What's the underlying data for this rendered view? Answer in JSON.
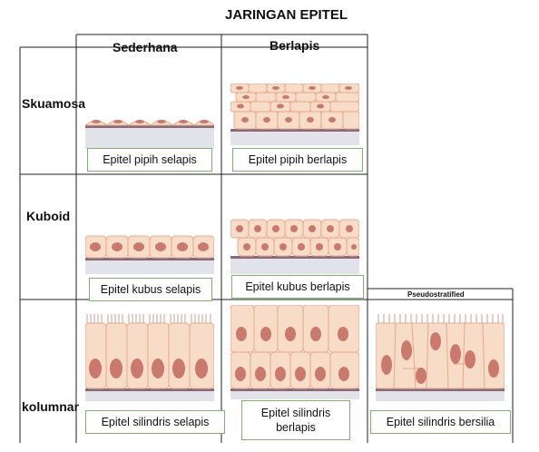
{
  "title": "JARINGAN EPITEL",
  "columns": [
    "Sederhana",
    "Berlapis"
  ],
  "rows": [
    "Skuamosa",
    "Kuboid",
    "kolumnar"
  ],
  "pseudo_header": "Pseudostratified",
  "labels": {
    "pipih_selapis": "Epitel pipih selapis",
    "pipih_berlapis": "Epitel pipih berlapis",
    "kubus_selapis": "Epitel kubus selapis",
    "kubus_berlapis": "Epitel kubus berlapis",
    "silindris_selapis": "Epitel silindris  selapis",
    "silindris_berlapis_1": "Epitel silindris",
    "silindris_berlapis_2": "berlapis",
    "silindris_bersilia": "Epitel silindris bersilia"
  },
  "colors": {
    "cell_fill": "#f7dcc8",
    "cell_stroke": "#e8a98a",
    "nucleus": "#c97a6c",
    "basement": "#8a6a7a",
    "tissue_base": "#d9d9e3",
    "label_border": "#7cb36a"
  }
}
